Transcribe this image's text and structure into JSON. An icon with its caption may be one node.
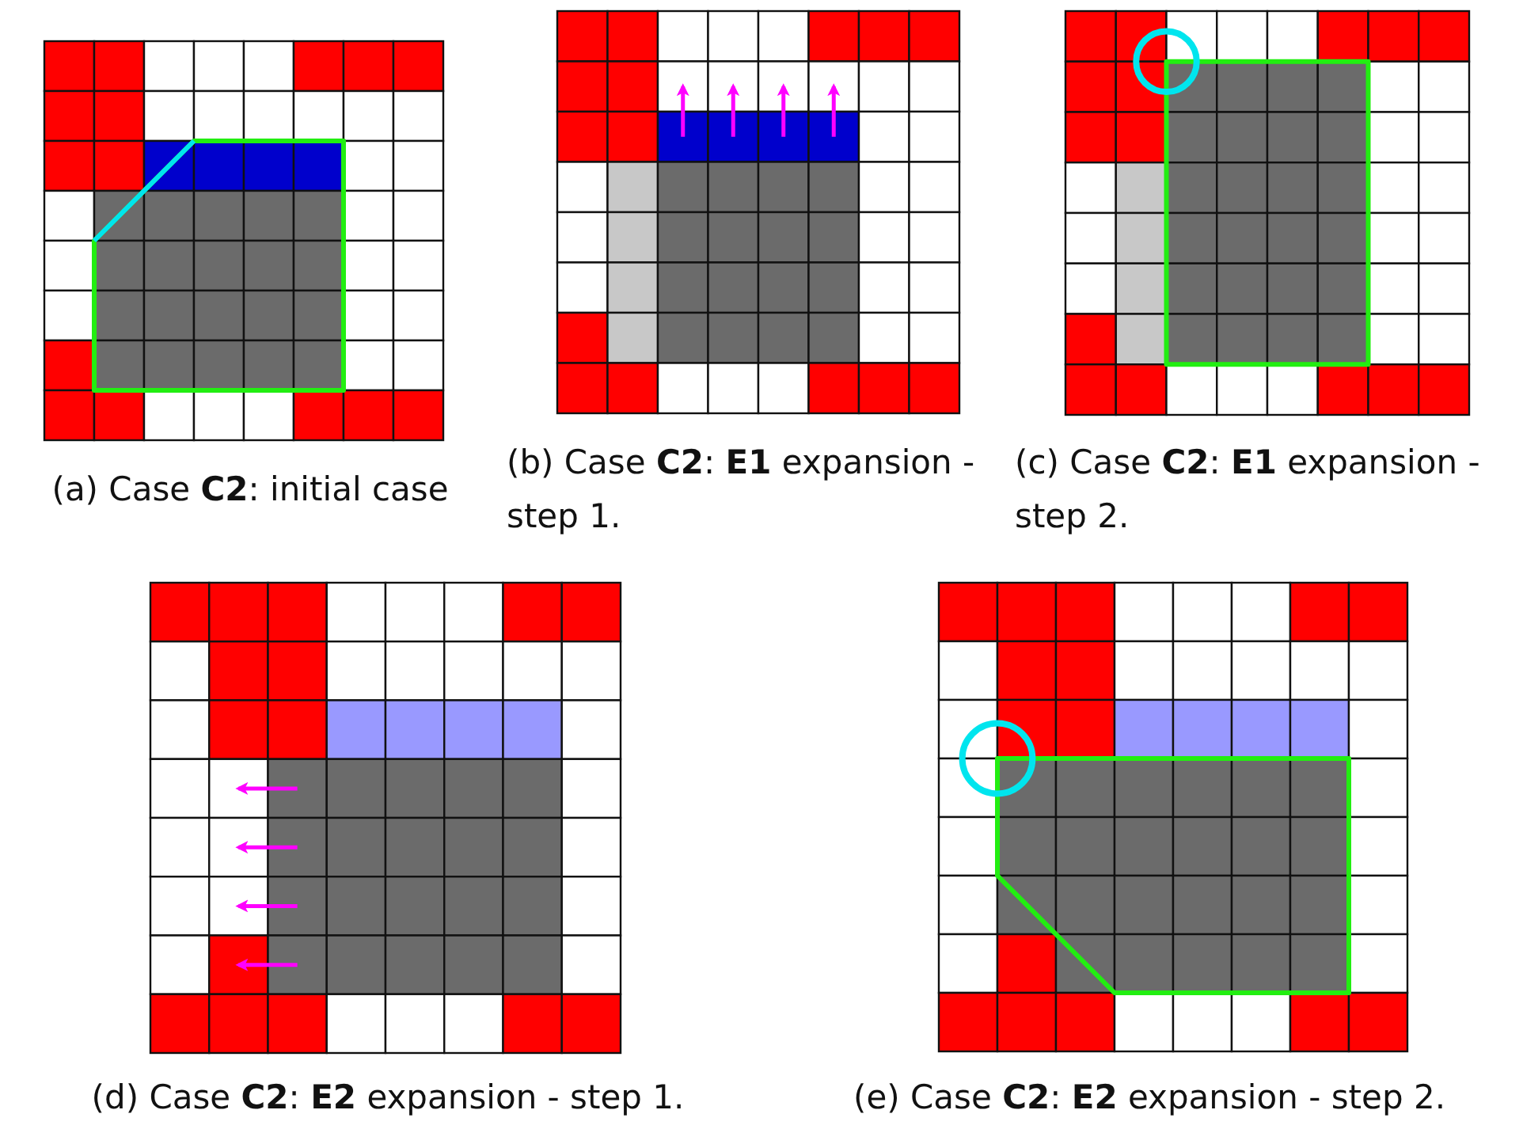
{
  "diagram": {
    "labels": [
      "(a) Case **C2**: initial case",
      "(b) Case **C2**: **E1** expansion - step 1.",
      "(c) Case **C2**: **E1** expansion - step 2.",
      "(d) Case **C2**: **E2** expansion - step 1.",
      "(e) Case **C2**: **E2** expansion - step 2."
    ]
  }
}
